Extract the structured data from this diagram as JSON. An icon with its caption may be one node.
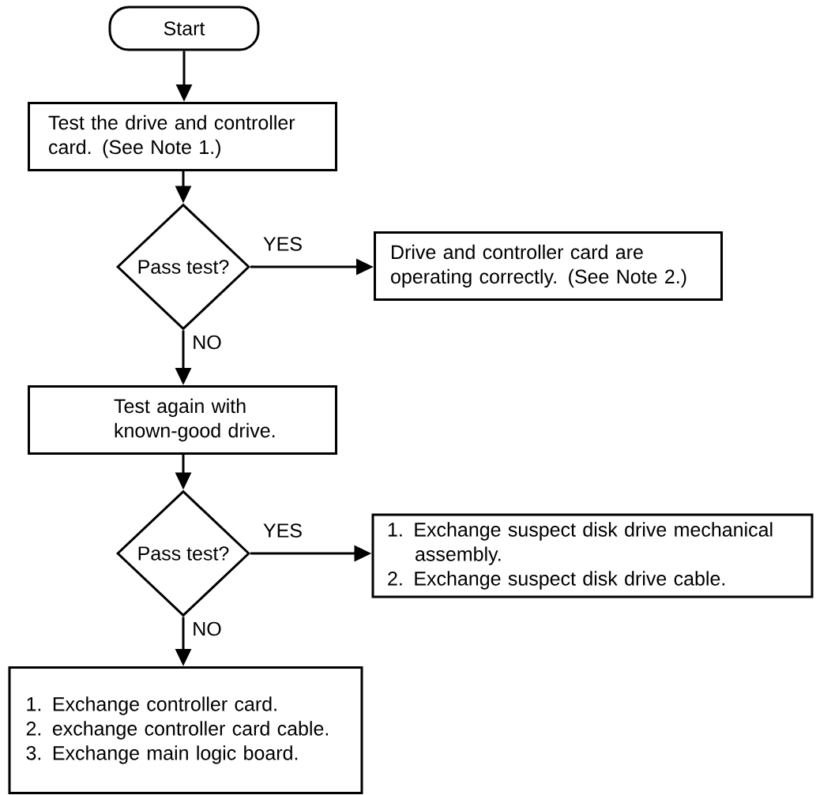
{
  "diagram": {
    "nodes": [
      {
        "text": [
          "Start"
        ]
      },
      {
        "text": [
          "Test the drive and controller card. (See Note 1.)"
        ]
      },
      {
        "text": [
          "Pass test?"
        ]
      },
      {
        "text": [
          "Drive and controller card are operating correctly. (See Note 2.)"
        ]
      },
      {
        "text": [
          "Test again with known-good drive."
        ]
      },
      {
        "text": [
          "Pass test?"
        ]
      },
      {
        "text": [
          "1. Exchange suspect disk drive mechanical assembly.",
          "2. Exchange suspect disk drive cable."
        ]
      },
      {
        "text": [
          "1. Exchange controller card.",
          "2. exchange controller card cable.",
          "3. Exchange main logic board."
        ]
      }
    ],
    "edges": [
      {
        "from": 0,
        "to": 1,
        "arrow": "to"
      },
      {
        "from": 1,
        "to": 2,
        "arrow": "to"
      },
      {
        "from": 2,
        "to": 3,
        "arrow": "to",
        "label": "YES"
      },
      {
        "from": 2,
        "to": 4,
        "arrow": "to",
        "label": "NO"
      },
      {
        "from": 4,
        "to": 5,
        "arrow": "to"
      },
      {
        "from": 5,
        "to": 6,
        "arrow": "to",
        "label": "YES"
      },
      {
        "from": 5,
        "to": 7,
        "arrow": "to",
        "label": "NO"
      }
    ]
  }
}
